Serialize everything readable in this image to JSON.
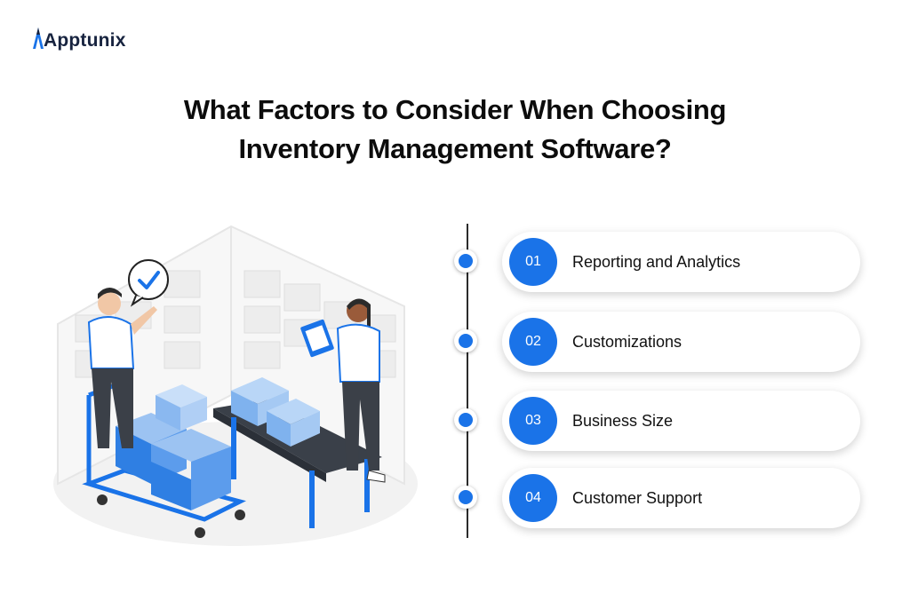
{
  "brand": {
    "name": "Apptunix",
    "color": "#17233f",
    "accent": "#1a73e8"
  },
  "title": {
    "line1": "What Factors to Consider When Choosing",
    "line2": "Inventory Management Software?"
  },
  "illustration": {
    "icon": "warehouse-workers-illustration",
    "check_icon": "check-bubble-icon"
  },
  "factors": [
    {
      "number": "01",
      "label": "Reporting and Analytics"
    },
    {
      "number": "02",
      "label": "Customizations"
    },
    {
      "number": "03",
      "label": "Business Size"
    },
    {
      "number": "04",
      "label": "Customer Support"
    }
  ]
}
